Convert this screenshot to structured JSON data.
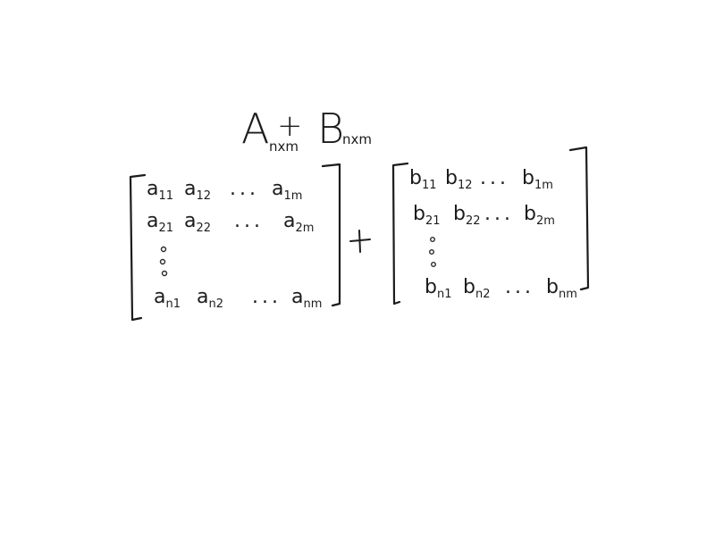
{
  "expression": {
    "left_matrix": {
      "letter": "A",
      "dim": "nxm"
    },
    "operator": "+",
    "right_matrix": {
      "letter": "B",
      "dim": "nxm"
    }
  },
  "matrix_a": {
    "rows": [
      [
        {
          "base": "a",
          "sub": "11"
        },
        {
          "base": "a",
          "sub": "12"
        },
        {
          "dots": "..."
        },
        {
          "base": "a",
          "sub": "1m"
        }
      ],
      [
        {
          "base": "a",
          "sub": "21"
        },
        {
          "base": "a",
          "sub": "22"
        },
        {
          "dots": "..."
        },
        {
          "base": "a",
          "sub": "2m"
        }
      ],
      [
        {
          "base": "a",
          "sub": "n1"
        },
        {
          "base": "a",
          "sub": "n2"
        },
        {
          "dots": "..."
        },
        {
          "base": "a",
          "sub": "nm"
        }
      ]
    ]
  },
  "matrix_b": {
    "rows": [
      [
        {
          "base": "b",
          "sub": "11"
        },
        {
          "base": "b",
          "sub": "12"
        },
        {
          "dots": "..."
        },
        {
          "base": "b",
          "sub": "1m"
        }
      ],
      [
        {
          "base": "b",
          "sub": "21"
        },
        {
          "base": "b",
          "sub": "22"
        },
        {
          "dots": "..."
        },
        {
          "base": "b",
          "sub": "2m"
        }
      ],
      [
        {
          "base": "b",
          "sub": "n1"
        },
        {
          "base": "b",
          "sub": "n2"
        },
        {
          "dots": "..."
        },
        {
          "base": "b",
          "sub": "nm"
        }
      ]
    ]
  },
  "middle_operator": "+"
}
